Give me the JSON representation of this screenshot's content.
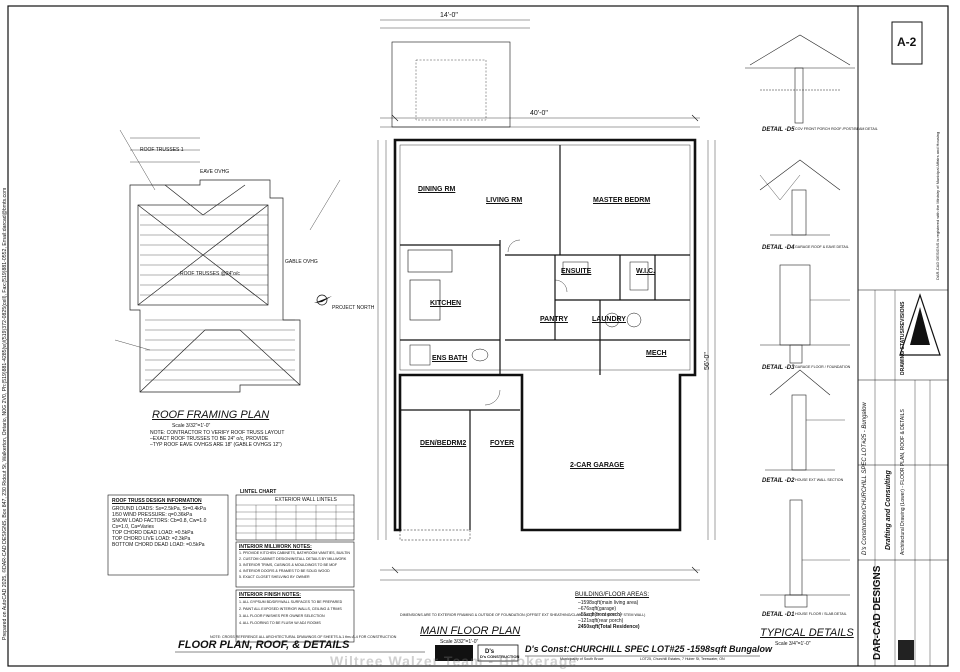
{
  "sheet": {
    "number": "A-2",
    "sheet_title": "FLOOR PLAN, ROOF & DETAILS",
    "watermark": "Wiltree Walzer Team - Brokerage"
  },
  "left_margin_text": "Prepared on AutoCAD 2025, ©DAR-CAD DESIGNS, Box 847, 230 Ridout St, Walkerton, Ontario, N0G 2V0, Ph:(519)881-4285(w)/(519)372-0825(cell), Fax:(519)881-0552, Email:darcad@bmts.com",
  "roof_plan": {
    "title": "ROOF FRAMING PLAN",
    "scale": "Scale 3/32\"=1'-0\"",
    "notes": [
      "NOTE: CONTRACTOR TO VERIFY ROOF TRUSS LAYOUT",
      "–EXACT ROOF TRUSSES TO BE 24\" o/c, PROVIDE",
      "–TYP ROOF EAVE OVHGS ARE 18\" (GABLE OVHGS 12\")"
    ],
    "labels": [
      "ROOF TRUSSES 1",
      "EAVE OVHG",
      "GABLE OVHG",
      "ROOF TRUSSES @24\"o/c",
      "PROJECT NORTH"
    ]
  },
  "main_plan": {
    "title": "MAIN FLOOR PLAN",
    "scale": "Scale 3/32\"=1'-0\"",
    "overall_width": "40'-0\"",
    "overall_depth": "56'-0\"",
    "top_width": "14'-0\"",
    "rooms": [
      {
        "name": "DINING RM"
      },
      {
        "name": "LIVING RM"
      },
      {
        "name": "MASTER BEDRM"
      },
      {
        "name": "ENSUITE"
      },
      {
        "name": "W.I.C."
      },
      {
        "name": "KITCHEN"
      },
      {
        "name": "PANTRY"
      },
      {
        "name": "LAUNDRY"
      },
      {
        "name": "MECH"
      },
      {
        "name": "ENS BATH"
      },
      {
        "name": "DEN/BEDRM2"
      },
      {
        "name": "FOYER"
      },
      {
        "name": "2-CAR GARAGE"
      }
    ],
    "area_heading": "BUILDING/FLOOR AREAS:",
    "areas": [
      "–1598sqft(main living area)",
      "–676sqft(garage)",
      "–55sqft(front porch)",
      "–121sqft(rear porch)",
      "2450sqft(Total Residence)"
    ],
    "dimension_note": "DIMENSIONS ARE TO EXTERIOR FRAMING & OUTSIDE OF FOUNDATION (OFFSET EXT SHEATHING/CLADDING 3\" OR CENTRE OF STEM WALL)"
  },
  "truss_notes": {
    "heading": "ROOF TRUSS DESIGN INFORMATION",
    "lines": [
      "GROUND LOADS: Ss=2.5kPa, Sr=0.4kPa",
      "1/50 WIND PRESSURE: q=0.36kPa",
      "SNOW LOAD FACTORS: Cb=0.8, Cw=1.0",
      "Cs=1.0, Ca=Varies",
      "TOP CHORD DEAD LOAD: =0.5kPa",
      "TOP CHORD LIVE LOAD: =2.3kPa",
      "BOTTOM CHORD DEAD LOAD: =0.5kPa"
    ]
  },
  "lintel_chart": {
    "heading": "LINTEL CHART",
    "subheading": "EXTERIOR WALL LINTELS"
  },
  "millwork_notes": {
    "heading": "INTERIOR MILLWORK NOTES:",
    "lines": [
      "1. PROVIDE KITCHEN CABINETS, BATHROOM VANITIES, BUILTIN",
      "2. CUSTOM CABINET DESIGN/INSTALL DETAILS BY MILLWORK",
      "3. INTERIOR TRIMS, CASINGS & MOULDINGS TO BE MDF",
      "4. INTERIOR DOORS & FRAMES TO BE SOLID WOOD",
      "5. EXACT CLOSET SHELVING BY OWNER"
    ]
  },
  "finish_notes": {
    "heading": "INTERIOR FINISH NOTES:",
    "lines": [
      "1. ALL GYPSUM BD/DRYWALL SURFACES TO BE PREPARED",
      "2. PAINT ALL EXPOSED INTERIOR WALLS, CEILING & TRIMS",
      "3. ALL FLOOR FINISHES PER OWNER SELECTION",
      "4. ALL FLOORING TO BE FLUSH W/ ADJ ROOMS"
    ]
  },
  "details": {
    "title": "TYPICAL DETAILS",
    "scale": "Scale 3/4\"=1'-0\"",
    "items": [
      {
        "id": "D5",
        "label": "DETAIL -D5",
        "caption": "COV FRONT PORCH ROOF /POST/BEAM DETAIL"
      },
      {
        "id": "D4",
        "label": "DETAIL -D4",
        "caption": "GARAGE ROOF & EAVE DETAIL"
      },
      {
        "id": "D3",
        "label": "DETAIL -D3",
        "caption": "GARAGE FLOOR / FOUNDATION"
      },
      {
        "id": "D2",
        "label": "DETAIL -D2",
        "caption": "HOUSE EXT WALL SECTION"
      },
      {
        "id": "D1",
        "label": "DETAIL -D1",
        "caption": "HOUSE FLOOR / SLAB DETAIL"
      }
    ]
  },
  "title_block": {
    "project_vertical": "D's Construction/CHURCHILL SPEC LOT#25 - Bungalow",
    "drawing_vertical": "Architectural Drawing (Lower) - FLOOR PLAN, ROOF & DETAILS",
    "firm": "DAR-CAD DESIGNS",
    "firm_sub": "Drafting and Consulting",
    "revisions_heading": "DRAWING STATUS/REVISIONS",
    "designer_text": "DAR-CAD DESIGNS is registered with the Ministry of Municipal Affairs and Housing"
  },
  "bottom_banner": {
    "title": "D's Const:CHURCHILL SPEC LOT#25 -1598sqft Bungalow",
    "sub": "LOT25, Churchill Estates, 7 Huber St, Teeswater, ON",
    "builder": "D's CONSTRUCTION",
    "municipality": "Municipality of South Bruce"
  },
  "bottom_left": {
    "title": "FLOOR PLAN, ROOF, & DETAILS",
    "note": "NOTE: CROSS REFERENCE ALL ARCHITECTURAL DRAWINGS OF SHEETS A-1 thru A-4 FOR CONSTRUCTION"
  },
  "icons": [
    "project-north-arrow-icon",
    "firm-logo-icon",
    "builder-logo-icon"
  ]
}
